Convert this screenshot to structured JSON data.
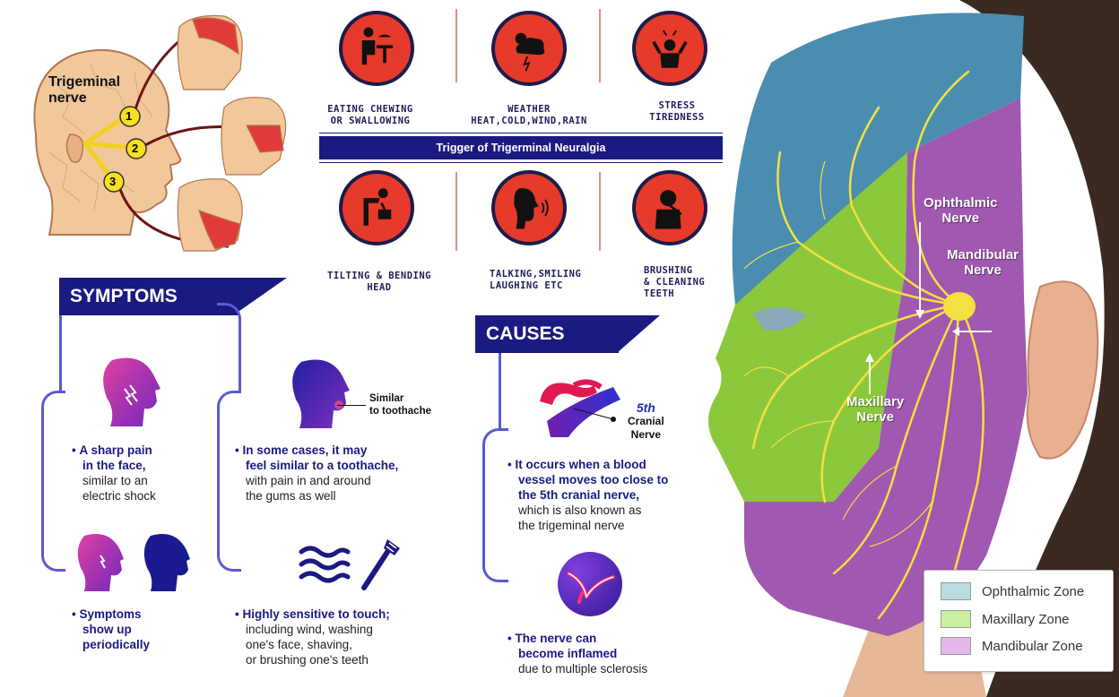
{
  "head_diagram": {
    "title_line1": "Trigeminal",
    "title_line2": "nerve",
    "branch_numbers": [
      "1",
      "2",
      "3"
    ]
  },
  "triggers": {
    "banner": "Trigger of Trigerminal  Neuralgia",
    "items": [
      {
        "line1": "EATING CHEWING",
        "line2": "OR SWALLOWING",
        "icon": "eating-person-icon"
      },
      {
        "line1": "WEATHER",
        "line2": "HEAT,COLD,WIND,RAIN",
        "icon": "weather-storm-icon"
      },
      {
        "line1": "STRESS",
        "line2": "TIREDNESS",
        "icon": "stress-person-icon"
      },
      {
        "line1": "TILTING & BENDING",
        "line2": "HEAD",
        "icon": "bending-person-icon"
      },
      {
        "line1": "TALKING,SMILING",
        "line2": "LAUGHING ETC",
        "icon": "talking-head-icon"
      },
      {
        "line1": "BRUSHING",
        "line2": "& CLEANING",
        "line3": "TEETH",
        "icon": "brushing-teeth-icon"
      }
    ]
  },
  "symptoms": {
    "title": "SYMPTOMS",
    "toothache_label_line1": "Similar",
    "toothache_label_line2": "to toothache",
    "items": [
      {
        "bold1": "A sharp pain",
        "bold2": "in the face,",
        "rest1": "similar to an",
        "rest2": "electric shock"
      },
      {
        "bold1": "In some cases, it may",
        "bold2": "feel similar to a toothache,",
        "rest1": "with pain in and around",
        "rest2": "the gums as well"
      },
      {
        "bold1": "Symptoms",
        "bold2": "show up",
        "bold3": "periodically"
      },
      {
        "bold1": "Highly sensitive to touch;",
        "rest1": "including wind, washing",
        "rest2": "one's face, shaving,",
        "rest3": "or brushing one's teeth"
      }
    ]
  },
  "causes": {
    "title": "CAUSES",
    "nerve_label_line1": "5th",
    "nerve_label_line2": "Cranial",
    "nerve_label_line3": "Nerve",
    "items": [
      {
        "bold1": "It occurs  when a blood",
        "bold2": "vessel moves too close to",
        "bold3": "the 5th cranial nerve,",
        "rest1": "which is also known as",
        "rest2": "the trigeminal nerve"
      },
      {
        "bold1": "The nerve can",
        "bold2": "become inflamed",
        "rest1": "due to multiple sclerosis"
      }
    ]
  },
  "face_diagram": {
    "ophthalmic_line1": "Ophthalmic",
    "ophthalmic_line2": "Nerve",
    "mandibular_line1": "Mandibular",
    "mandibular_line2": "Nerve",
    "maxillary_line1": "Maxillary",
    "maxillary_line2": "Nerve"
  },
  "legend": {
    "items": [
      {
        "label": "Ophthalmic Zone",
        "color": "#b8dce0"
      },
      {
        "label": "Maxillary Zone",
        "color": "#c8f0a0"
      },
      {
        "label": "Mandibular Zone",
        "color": "#e4b8e8"
      }
    ]
  },
  "colors": {
    "navy": "#1a1a80",
    "trigger_red": "#e63a2a",
    "ophthalmic_zone": "#4a8db0",
    "maxillary_zone": "#8cc83c",
    "mandibular_zone": "#a058b0",
    "nerve_yellow": "#f4e040"
  }
}
